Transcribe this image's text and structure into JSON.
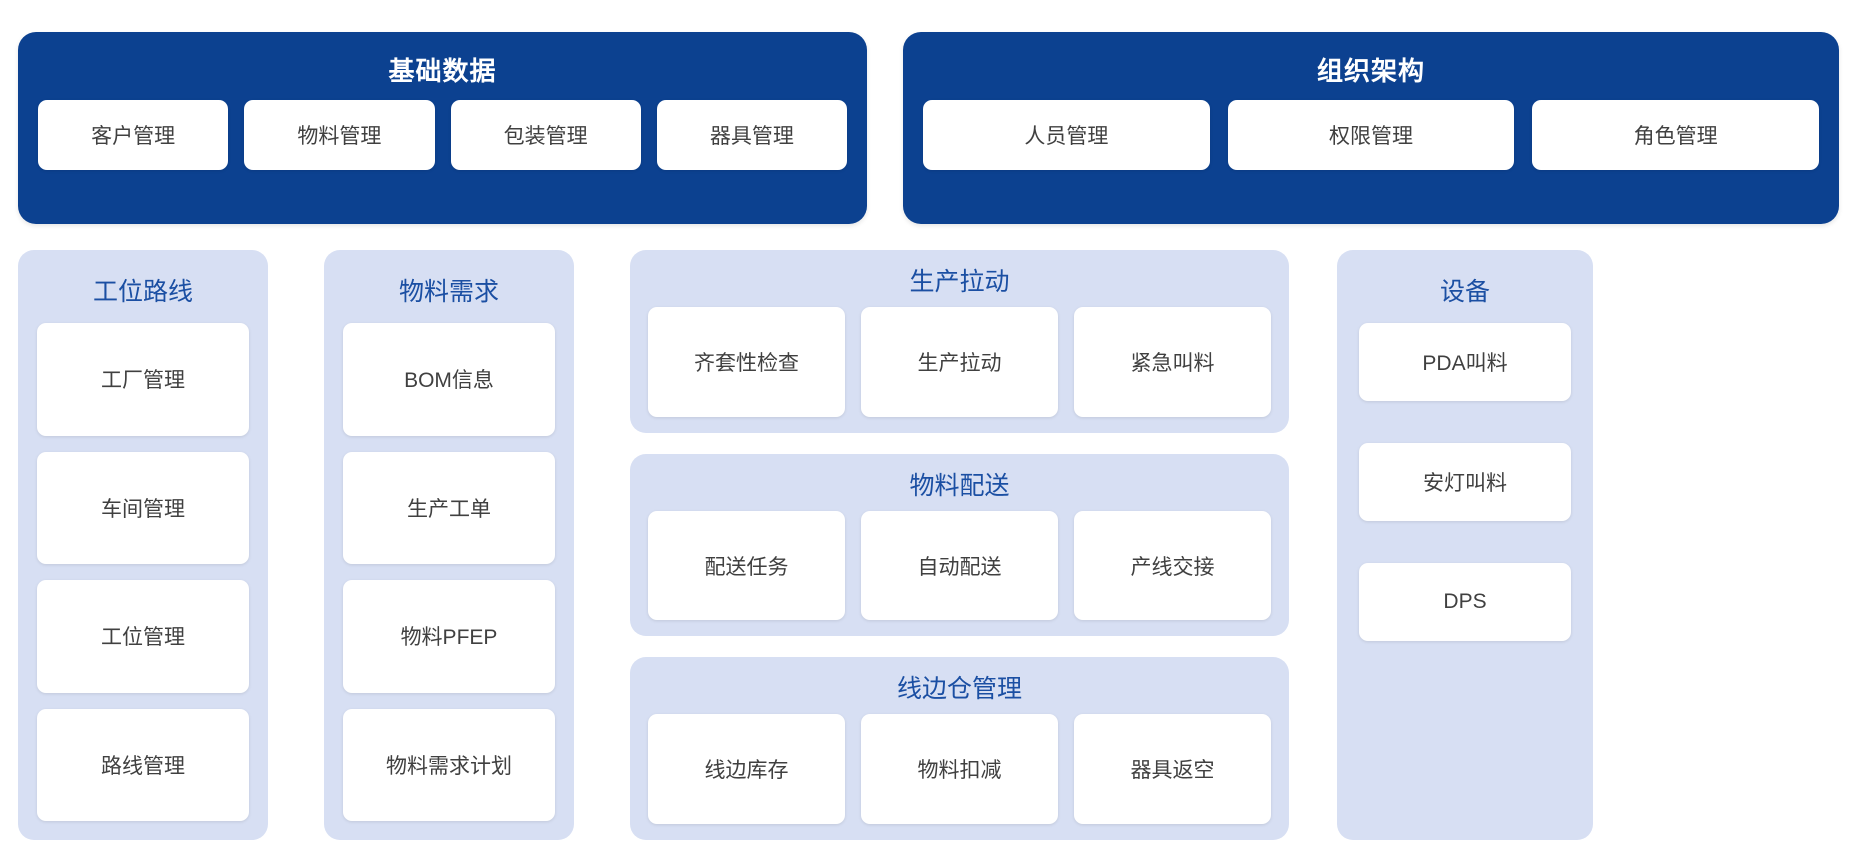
{
  "theme": {
    "dark_panel_bg": "#0c4190",
    "light_panel_bg": "#d7dff3",
    "heading_blue": "#1b4fa3",
    "card_bg": "#ffffff",
    "card_text": "#404040",
    "page_bg": "#ffffff"
  },
  "top_panels": [
    {
      "title": "基础数据",
      "items": [
        {
          "label": "客户管理"
        },
        {
          "label": "物料管理"
        },
        {
          "label": "包装管理"
        },
        {
          "label": "器具管理"
        }
      ]
    },
    {
      "title": "组织架构",
      "items": [
        {
          "label": "人员管理"
        },
        {
          "label": "权限管理"
        },
        {
          "label": "角色管理"
        }
      ]
    }
  ],
  "columns": {
    "route": {
      "title": "工位路线",
      "items": [
        {
          "label": "工厂管理"
        },
        {
          "label": "车间管理"
        },
        {
          "label": "工位管理"
        },
        {
          "label": "路线管理"
        }
      ]
    },
    "demand": {
      "title": "物料需求",
      "items": [
        {
          "label": "BOM信息"
        },
        {
          "label": "生产工单"
        },
        {
          "label": "物料PFEP"
        },
        {
          "label": "物料需求计划"
        }
      ]
    },
    "middle": [
      {
        "title": "生产拉动",
        "items": [
          {
            "label": "齐套性检查"
          },
          {
            "label": "生产拉动"
          },
          {
            "label": "紧急叫料"
          }
        ]
      },
      {
        "title": "物料配送",
        "items": [
          {
            "label": "配送任务"
          },
          {
            "label": "自动配送"
          },
          {
            "label": "产线交接"
          }
        ]
      },
      {
        "title": "线边仓管理",
        "items": [
          {
            "label": "线边库存"
          },
          {
            "label": "物料扣减"
          },
          {
            "label": "器具返空"
          }
        ]
      }
    ],
    "device": {
      "title": "设备",
      "items": [
        {
          "label": "PDA叫料"
        },
        {
          "label": "安灯叫料"
        },
        {
          "label": "DPS"
        }
      ]
    }
  }
}
